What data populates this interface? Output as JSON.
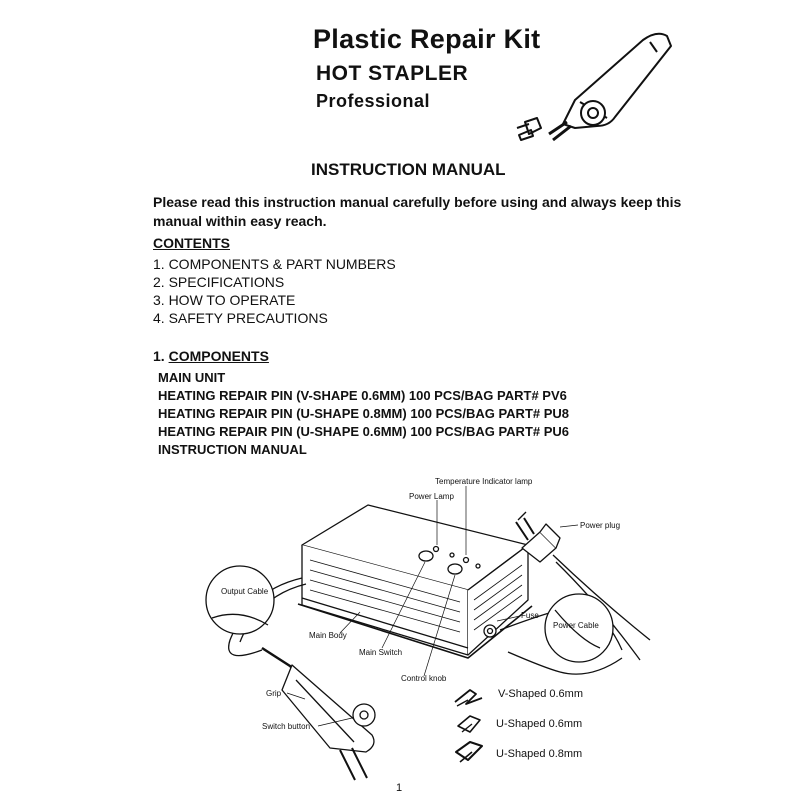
{
  "header": {
    "title": "Plastic Repair Kit",
    "subtitle": "HOT STAPLER",
    "tagline": "Professional"
  },
  "manual_heading": "INSTRUCTION MANUAL",
  "intro": "Please read this instruction manual carefully before using and always keep this manual within easy reach.",
  "contents": {
    "heading": "CONTENTS",
    "items": [
      "1. COMPONENTS & PART NUMBERS",
      "2. SPECIFICATIONS",
      "3. HOW TO OPERATE",
      "4. SAFETY PRECAUTIONS"
    ]
  },
  "components": {
    "number": "1.",
    "heading": "COMPONENTS",
    "items": [
      "MAIN UNIT",
      "HEATING REPAIR PIN (V-SHAPE 0.6MM) 100 PCS/BAG PART# PV6",
      "HEATING REPAIR PIN (U-SHAPE 0.8MM) 100 PCS/BAG PART# PU8",
      "HEATING REPAIR PIN (U-SHAPE 0.6MM) 100 PCS/BAG PART# PU6",
      "INSTRUCTION MANUAL"
    ]
  },
  "diagram": {
    "labels": {
      "temp_lamp": "Temperature Indicator lamp",
      "power_lamp": "Power Lamp",
      "power_plug": "Power plug",
      "output_cable": "Output Cable",
      "fuse": "Fuse",
      "power_cable": "Power Cable",
      "main_body": "Main Body",
      "main_switch": "Main Switch",
      "control_knob": "Control knob",
      "grip": "Grip",
      "switch_button": "Switch button"
    },
    "pins": [
      "V-Shaped 0.6mm",
      "U-Shaped 0.6mm",
      "U-Shaped 0.8mm"
    ]
  },
  "page_number": "1"
}
